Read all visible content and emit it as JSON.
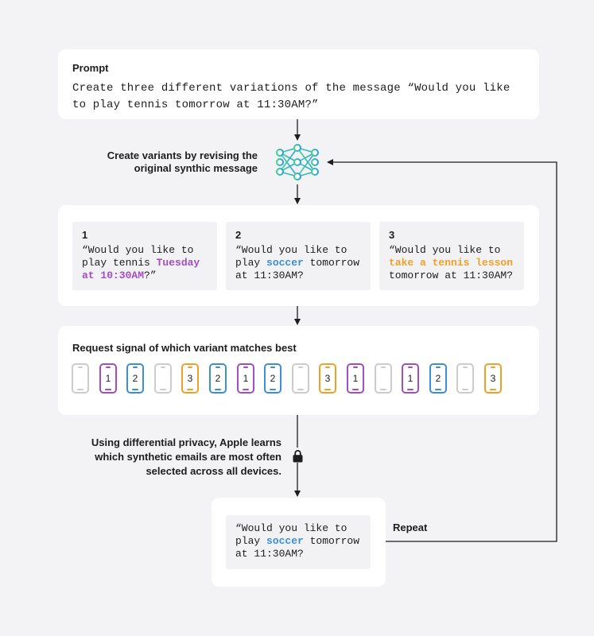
{
  "prompt": {
    "title": "Prompt",
    "text": "Create three different variations of the message “Would you like to play tennis tomorrow at 11:30AM?”"
  },
  "revise_caption": "Create variants by revising the original synthic message",
  "variants": [
    {
      "number": "1",
      "before": "“Would you like to play tennis ",
      "highlight": "Tuesday at 10:30AM",
      "after": "?”",
      "color": "#a24ec2"
    },
    {
      "number": "2",
      "before": "“Would you like to play ",
      "highlight": "soccer",
      "after": " tomorrow at 11:30AM?",
      "color": "#3a8fd6"
    },
    {
      "number": "3",
      "before": "“Would you like to ",
      "highlight": "take a tennis lesson",
      "after": " tomorrow at 11:30AM?",
      "color": "#f0a028"
    }
  ],
  "signal": {
    "title": "Request signal of which variant matches best",
    "phones": [
      {
        "label": "",
        "color": "#cccccc"
      },
      {
        "label": "1",
        "color": "#a24ec2"
      },
      {
        "label": "2",
        "color": "#3a8fd6"
      },
      {
        "label": "",
        "color": "#cccccc"
      },
      {
        "label": "3",
        "color": "#f0a028"
      },
      {
        "label": "2",
        "color": "#3a8fd6"
      },
      {
        "label": "1",
        "color": "#a24ec2"
      },
      {
        "label": "2",
        "color": "#3a8fd6"
      },
      {
        "label": "",
        "color": "#cccccc"
      },
      {
        "label": "3",
        "color": "#f0a028"
      },
      {
        "label": "1",
        "color": "#a24ec2"
      },
      {
        "label": "",
        "color": "#cccccc"
      },
      {
        "label": "1",
        "color": "#a24ec2"
      },
      {
        "label": "2",
        "color": "#3a8fd6"
      },
      {
        "label": "",
        "color": "#cccccc"
      },
      {
        "label": "3",
        "color": "#f0a028"
      }
    ]
  },
  "dp_caption": "Using differential privacy, Apple learns which synthetic emails are most often selected across all devices.",
  "result": {
    "before": "“Would you like to play ",
    "highlight": "soccer",
    "after": " tomorrow at 11:30AM?",
    "color": "#3a8fd6"
  },
  "repeat_label": "Repeat",
  "colors": {
    "connector": "#1d1d1f",
    "gradient_start": "#3dd68c",
    "gradient_end": "#2f9be8",
    "inactive": "#cccccc"
  },
  "icons": {
    "model": "neural-network-icon",
    "privacy": "lock-icon"
  }
}
